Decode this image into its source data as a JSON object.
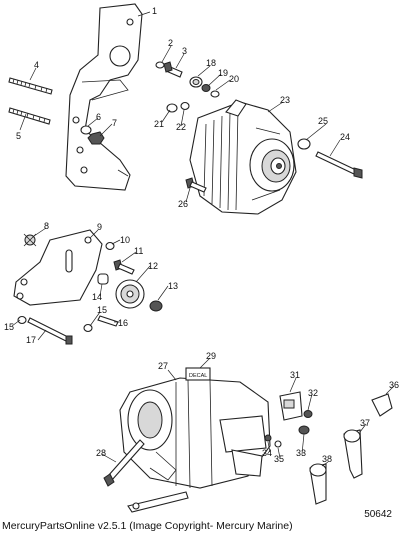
{
  "drawing_number": "50642",
  "footer": {
    "text": "MercuryPartsOnline v2.5.1 (Image Copyright- Mercury Marine)"
  },
  "callouts": [
    "1",
    "2",
    "3",
    "4",
    "5",
    "6",
    "7",
    "8",
    "9",
    "10",
    "11",
    "12",
    "13",
    "14",
    "15",
    "16",
    "17",
    "18",
    "19",
    "20",
    "21",
    "22",
    "23",
    "24",
    "25",
    "26",
    "27",
    "28",
    "29",
    "31",
    "32",
    "33",
    "34",
    "35",
    "36",
    "37",
    "38"
  ],
  "decal_text": "DECAL"
}
